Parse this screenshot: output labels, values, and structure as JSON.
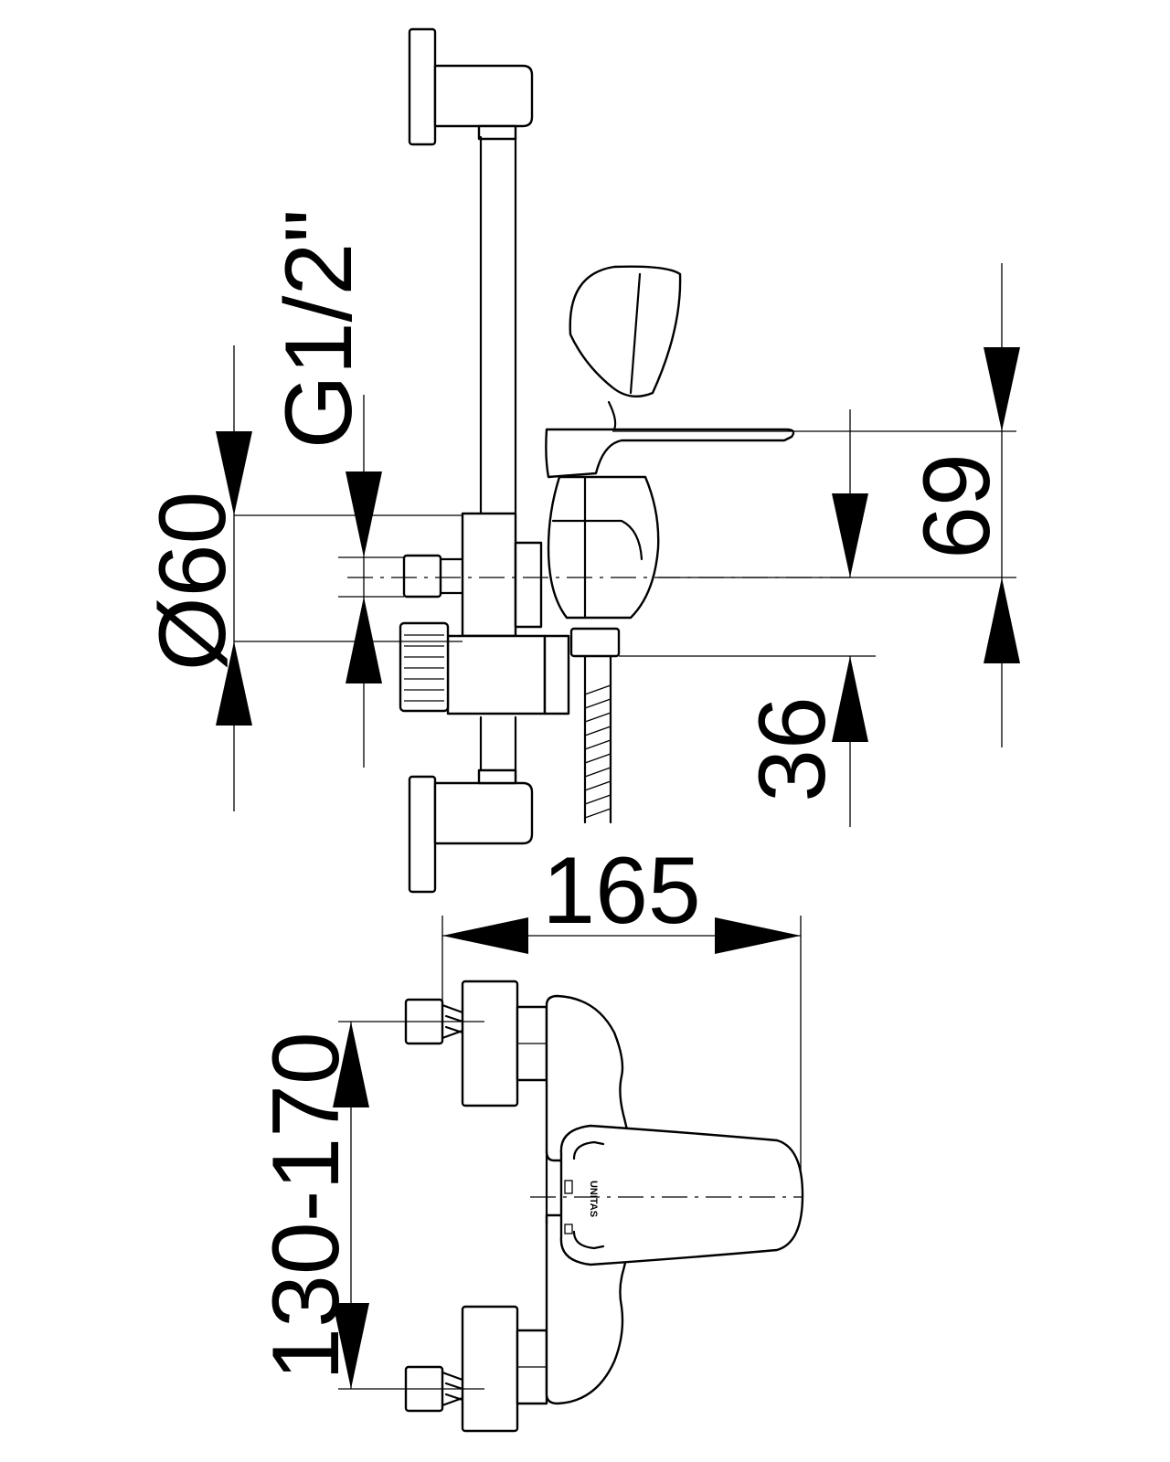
{
  "dimensions": {
    "thread": "G1/2\"",
    "diameter": "Ø60",
    "height_upper": "69",
    "height_lower": "36",
    "depth": "165",
    "spacing": "130-170"
  },
  "brand": "UNITAS",
  "colors": {
    "line": "#000000",
    "background": "#ffffff"
  }
}
